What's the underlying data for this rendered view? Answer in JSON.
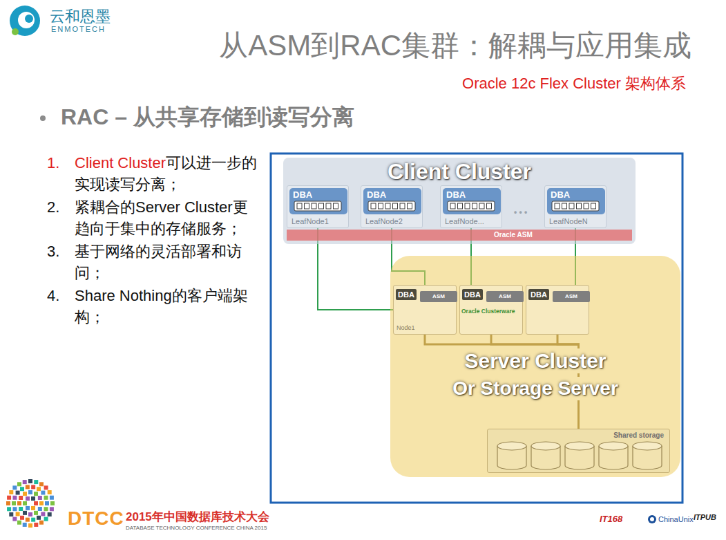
{
  "diagram": {
    "title": "从ASM到RAC集群：解耦与应用集成",
    "nodes": [
      {
        "text": [
          "Client Cluster"
        ]
      },
      {
        "text": [
          "DBA",
          "LeafNode1"
        ],
        "in": 0
      },
      {
        "text": [
          "DBA",
          "LeafNode2"
        ],
        "in": 0
      },
      {
        "text": [
          "DBA",
          "LeafNode..."
        ],
        "in": 0
      },
      {
        "text": [
          "DBA",
          "LeafNodeN"
        ],
        "in": 0
      },
      {
        "text": [
          "Oracle ASM"
        ],
        "in": 0
      },
      {
        "text": [
          "Server Cluster",
          "Or Storage Server"
        ]
      },
      {
        "text": [
          "DBA",
          "Node1"
        ],
        "in": 6
      },
      {
        "text": [
          "ASM"
        ],
        "in": 7
      },
      {
        "text": [
          "DBA",
          "Oracle Clusterware"
        ],
        "in": 6
      },
      {
        "text": [
          "ASM"
        ],
        "in": 9
      },
      {
        "text": [
          "DBA"
        ],
        "in": 6
      },
      {
        "text": [
          "ASM"
        ],
        "in": 11
      },
      {
        "text": [
          "Shared storage"
        ],
        "in": 6
      }
    ],
    "edges": [
      {
        "from": 1,
        "to": 7,
        "arrow": "none"
      },
      {
        "from": 2,
        "to": 7,
        "arrow": "none"
      },
      {
        "from": 3,
        "to": 9,
        "arrow": "none"
      },
      {
        "from": 4,
        "to": 11,
        "arrow": "none"
      },
      {
        "from": 7,
        "to": 13,
        "arrow": "none"
      },
      {
        "from": 9,
        "to": 13,
        "arrow": "none"
      },
      {
        "from": 11,
        "to": 13,
        "arrow": "none"
      }
    ],
    "labels": [
      "云和恩墨",
      "ENMOTECH",
      "Oracle 12c Flex Cluster 架构体系",
      "RAC – 从共享存储到读写分离",
      "1.",
      "Client Cluster",
      "可以进一步的实现读写分离；",
      "2.",
      "紧耦合的Server Cluster更趋向于集中的存储服务；",
      "3.",
      "基于网络的灵活部署和访问；",
      "4.",
      "Share Nothing的客户端架构；",
      "• • •",
      "DTCC",
      "2015年中国数据库技术大会",
      "DATABASE TECHNOLOGY CONFERENCE CHINA 2015",
      "IT168",
      "ChinaUnix",
      "ITPUB"
    ]
  }
}
